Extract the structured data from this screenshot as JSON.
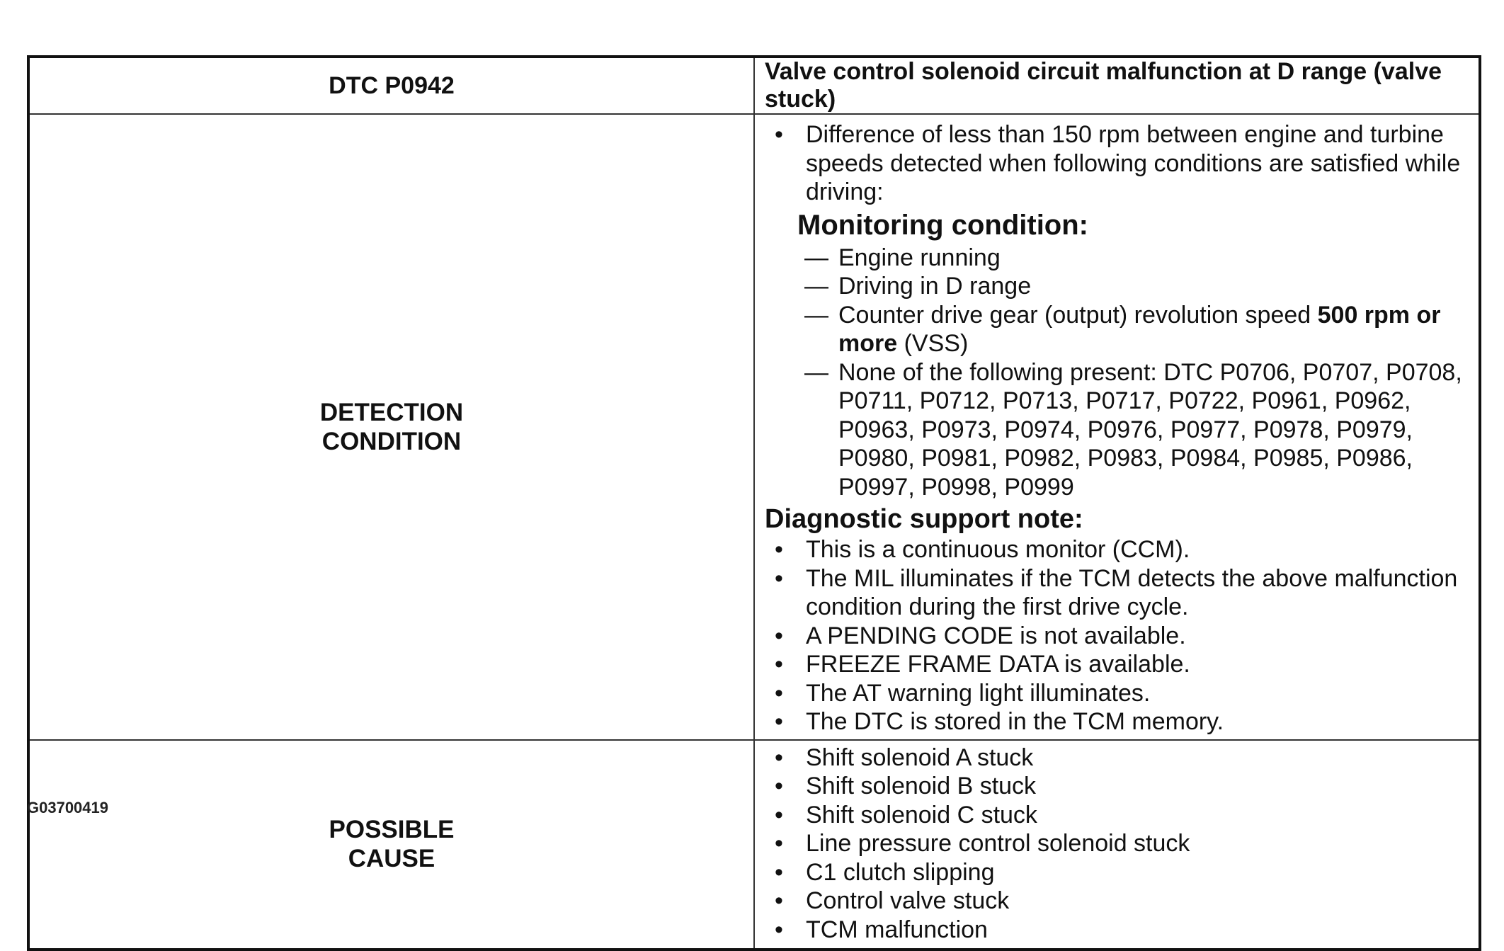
{
  "header": {
    "dtc_code": "DTC P0942",
    "description": "Valve control solenoid circuit malfunction at D range (valve stuck)"
  },
  "detection": {
    "label_line1": "DETECTION",
    "label_line2": "CONDITION",
    "intro": "Difference of less than 150 rpm between engine and turbine speeds detected when following conditions are satisfied while driving:",
    "monitoring_heading": "Monitoring condition:",
    "monitoring_items": [
      "Engine running",
      "Driving in D range"
    ],
    "counter_drive": {
      "prefix": "Counter drive gear (output) revolution speed ",
      "bold": "500 rpm or more",
      "suffix": " (VSS)"
    },
    "none_present": "None of the following present: DTC P0706, P0707, P0708, P0711, P0712, P0713, P0717, P0722, P0961, P0962, P0963, P0973, P0974, P0976, P0977, P0978, P0979, P0980, P0981, P0982, P0983, P0984, P0985, P0986, P0997, P0998, P0999",
    "diag_heading": "Diagnostic support note:",
    "diag_items": [
      "This is a continuous monitor (CCM).",
      "The MIL illuminates if the TCM detects the above malfunction condition during the first drive cycle.",
      "A PENDING CODE is not available.",
      "FREEZE FRAME DATA is available.",
      "The AT warning light illuminates.",
      "The DTC is stored in the TCM memory."
    ]
  },
  "cause": {
    "label_line1": "POSSIBLE",
    "label_line2": "CAUSE",
    "items": [
      "Shift solenoid A stuck",
      "Shift solenoid B stuck",
      "Shift solenoid C stuck",
      "Line pressure control solenoid stuck",
      "C1 clutch slipping",
      "Control valve stuck",
      "TCM malfunction"
    ]
  },
  "figure_id": "G03700419"
}
